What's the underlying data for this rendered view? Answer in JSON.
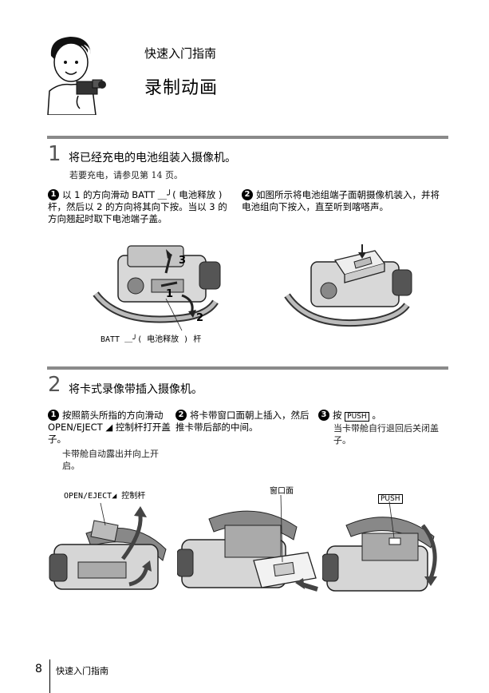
{
  "header": {
    "subtitle": "快速入门指南",
    "title": "录制动画"
  },
  "step1": {
    "number": "1",
    "title": "将已经充电的电池组装入摄像机。",
    "note": "若要充电，请参见第 14 页。",
    "sub1_badge": "1",
    "sub1_text": "以 1 的方向滑动 BATT ＿╯( 电池释放 ) 杆，然后以 2 的方向将其向下按。当以 3 的方向翘起时取下电池端子盖。",
    "sub2_badge": "2",
    "sub2_text": "如图所示将电池组端子面朝摄像机装入，并将电池组向下按入，直至听到喀嗒声。",
    "caption": "BATT ＿╯( 电池释放 ) 杆",
    "arrow1": "1",
    "arrow2": "2",
    "arrow3": "3"
  },
  "step2": {
    "number": "2",
    "title": "将卡式录像带插入摄像机。",
    "sub1_badge": "1",
    "sub1_text": "按照箭头所指的方向滑动 OPEN/EJECT ◢ 控制杆打开盖子。",
    "sub1_note": "卡带舱自动露出并向上开启。",
    "sub2_badge": "2",
    "sub2_text": "将卡带窗口面朝上插入，然后推卡带后部的中间。",
    "sub3_badge": "3",
    "sub3_prefix": "按",
    "sub3_suffix": "。",
    "sub3_note": "当卡带舱自行退回后关闭盖子。",
    "push_label": "PUSH",
    "caption_open": "OPEN/EJECT◢ 控制杆",
    "caption_window": "窗口面",
    "caption_push": "PUSH"
  },
  "footer": {
    "page": "8",
    "text": "快速入门指南"
  }
}
